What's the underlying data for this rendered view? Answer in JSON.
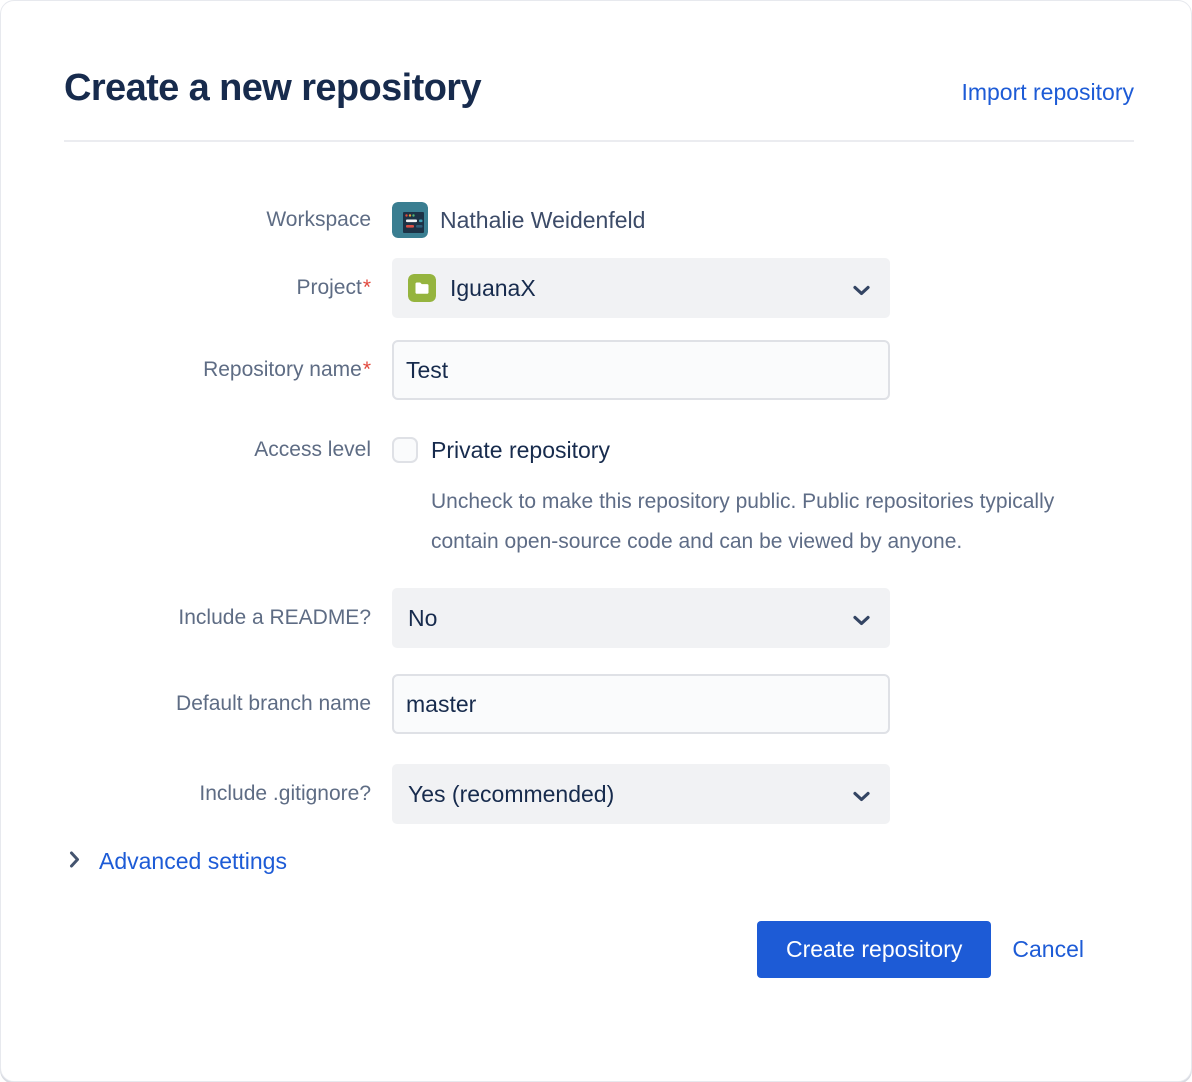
{
  "header": {
    "title": "Create a new repository",
    "import_link": "Import repository"
  },
  "form": {
    "workspace": {
      "label": "Workspace",
      "value": "Nathalie Weidenfeld",
      "icon": "workspace-avatar-icon"
    },
    "project": {
      "label": "Project",
      "required": "*",
      "value": "IguanaX",
      "icon": "project-avatar-icon"
    },
    "repo_name": {
      "label": "Repository name",
      "required": "*",
      "value": "Test"
    },
    "access_level": {
      "label": "Access level",
      "checkbox_checked": false,
      "checkbox_label": "Private repository",
      "help": "Uncheck to make this repository public. Public repositories typically contain open‑source code and can be viewed by anyone."
    },
    "readme": {
      "label": "Include a README?",
      "value": "No"
    },
    "default_branch": {
      "label": "Default branch name",
      "value": "master"
    },
    "gitignore": {
      "label": "Include .gitignore?",
      "value": "Yes (recommended)"
    },
    "advanced": {
      "label": "Advanced settings",
      "icon": "chevron-right-icon"
    }
  },
  "footer": {
    "submit_label": "Create repository",
    "cancel_label": "Cancel"
  },
  "colors": {
    "accent_blue": "#1d5bd6",
    "title_text": "#172b4d",
    "label_text": "#5e6c84",
    "helper_text": "#5e6c86",
    "required_star": "#e2483d",
    "select_bg": "#f1f2f4",
    "input_bg": "#fafbfc",
    "input_border": "#dfe1e6",
    "project_icon_green": "#95b43e",
    "workspace_icon_teal": "#3a7e91",
    "workspace_icon_navy": "#1d3246"
  }
}
